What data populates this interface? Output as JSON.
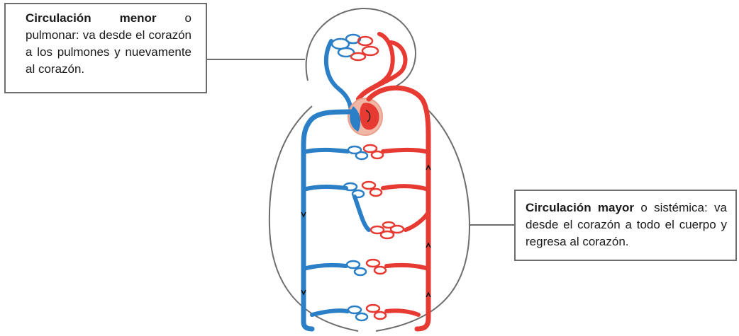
{
  "callouts": {
    "minor": {
      "bold": "Circulación menor",
      "text": " o pulmonar: va desde el corazón a los pulmones y nuevamente al corazón."
    },
    "major": {
      "bold": "Circulación mayor",
      "text": " o sistémica: va desde el corazón a todo el cuerpo y regresa al corazón."
    }
  },
  "colors": {
    "artery": "#e63a33",
    "vein": "#2a7fc6",
    "outline": "#6d6d6d",
    "heart_fill": "#f2b6a6"
  }
}
